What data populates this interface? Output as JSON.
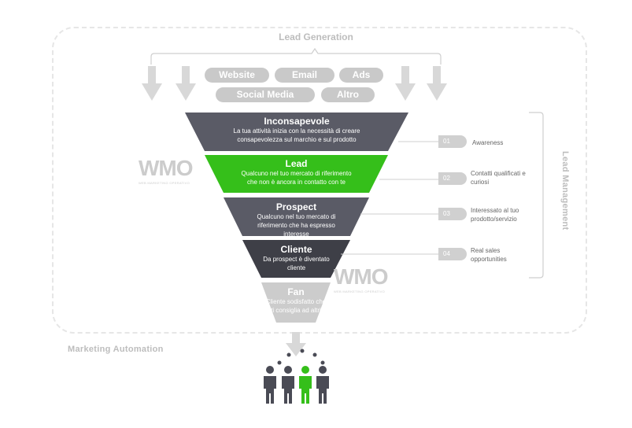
{
  "lead_generation_label": "Lead Generation",
  "sources": [
    "Website",
    "Email",
    "Ads",
    "Social Media",
    "Altro"
  ],
  "stages": [
    {
      "title": "Inconsapevole",
      "desc_line1": "La tua attività inizia con la necessità di creare",
      "desc_line2": "consapevolezza sul marchio e sul prodotto",
      "color": "#5a5b66"
    },
    {
      "title": "Lead",
      "desc_line1": "Qualcuno nel tuo mercato di riferimento",
      "desc_line2": "che non è ancora in contatto con te",
      "color": "#35bf1a"
    },
    {
      "title": "Prospect",
      "desc_line1": "Qualcuno nel tuo mercato di",
      "desc_line2": "riferimento che ha espresso",
      "desc_line3": "interesse",
      "color": "#5a5b66"
    },
    {
      "title": "Cliente",
      "desc_line1": "Da prospect è diventato",
      "desc_line2": "cliente",
      "color": "#3e3f47"
    },
    {
      "title": "Fan",
      "desc_line1": "Cliente sodisfatto che",
      "desc_line2": "ti consiglia ad altri",
      "color": "#c9c9c9"
    }
  ],
  "side_labels": [
    {
      "num": "01",
      "line1": "Awareness",
      "line2": ""
    },
    {
      "num": "02",
      "line1": "Contatti qualificati e",
      "line2": "curiosi"
    },
    {
      "num": "03",
      "line1": "Interessato al tuo",
      "line2": "prodotto/servizio"
    },
    {
      "num": "04",
      "line1": "Real sales",
      "line2": "opportunities"
    }
  ],
  "lead_management_label": "Lead Management",
  "marketing_automation_label": "Marketing Automation",
  "watermark": {
    "logo": "WMO",
    "sub": "WEB MARKETING OPERATIVO"
  },
  "colors": {
    "gray_dark": "#5a5b66",
    "green": "#35bf1a",
    "gray_light": "#c9c9c9",
    "people_dark": "#4a4b55"
  }
}
